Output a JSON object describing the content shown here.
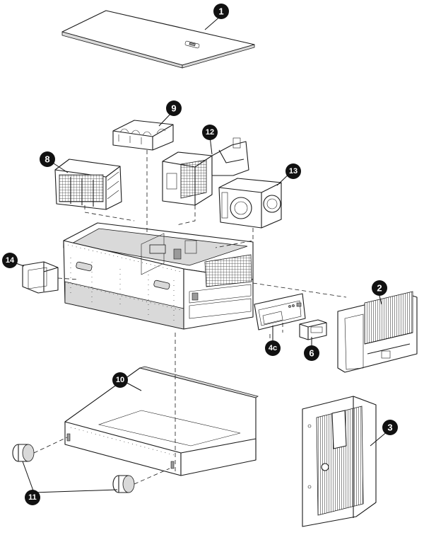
{
  "callouts": [
    {
      "label": "1"
    },
    {
      "label": "2"
    },
    {
      "label": "3"
    },
    {
      "label": "4c"
    },
    {
      "label": "6"
    },
    {
      "label": "8"
    },
    {
      "label": "9"
    },
    {
      "label": "10"
    },
    {
      "label": "11"
    },
    {
      "label": "12"
    },
    {
      "label": "13"
    },
    {
      "label": "14"
    }
  ],
  "colors": {
    "line": "#1a1a1a",
    "callout_fill": "#111111",
    "callout_text": "#ffffff",
    "background": "#ffffff"
  }
}
